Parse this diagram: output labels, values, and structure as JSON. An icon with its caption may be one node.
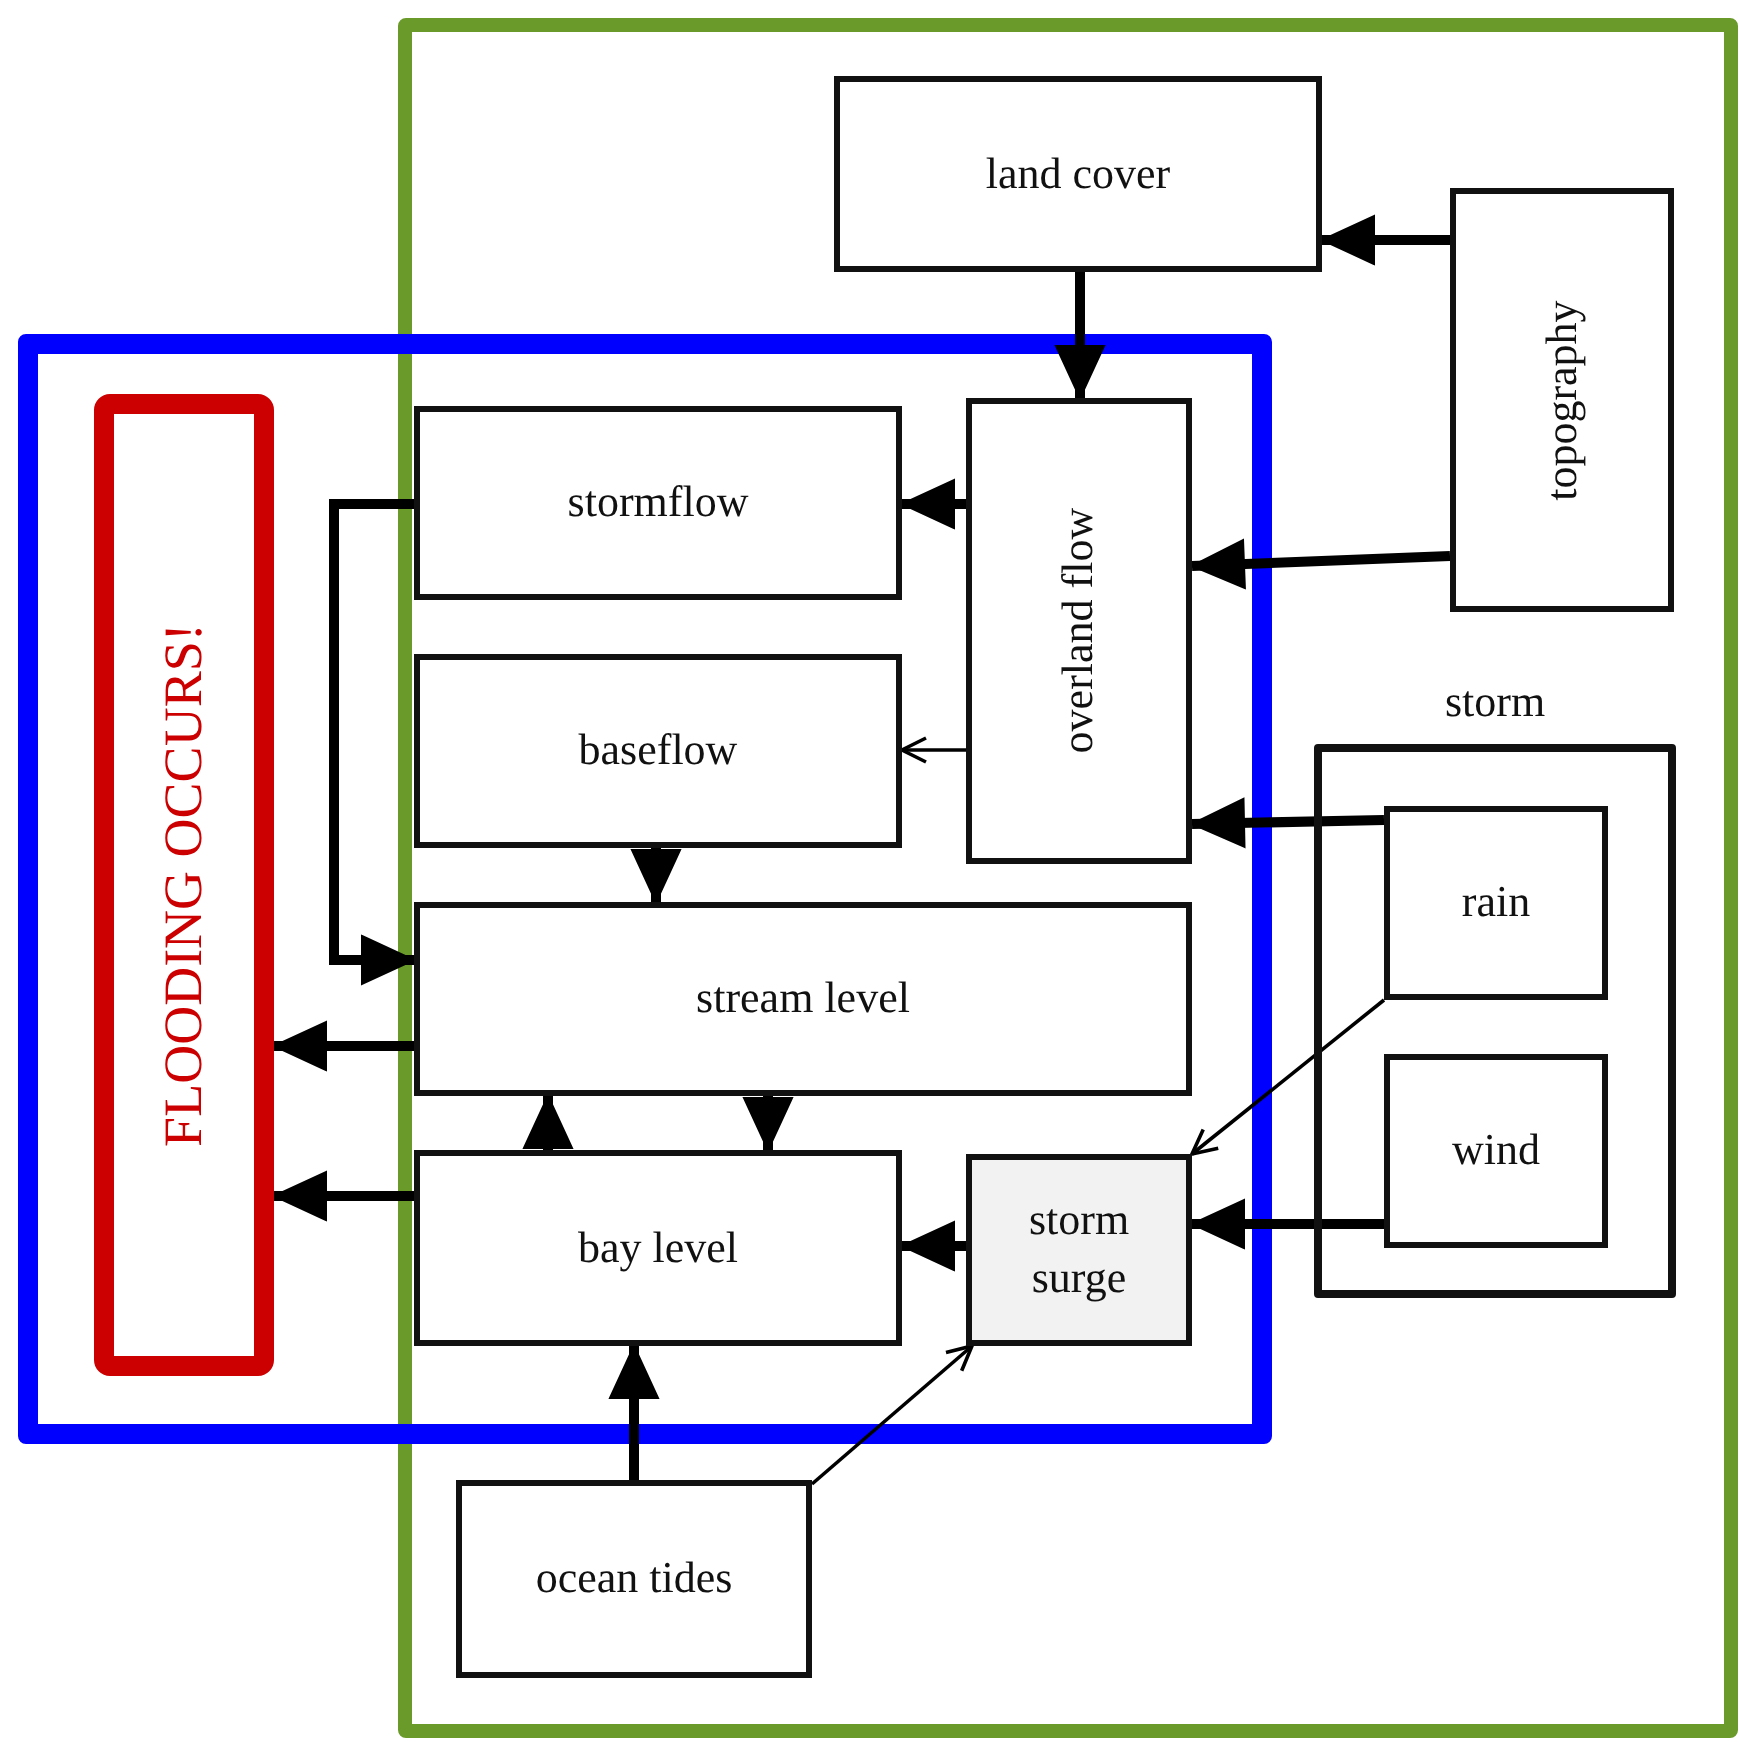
{
  "diagram": {
    "nodes": [
      {
        "text": [],
        "shape": "box"
      },
      {
        "text": [
          "land cover"
        ],
        "in": 0
      },
      {
        "text": [
          "topography"
        ],
        "in": 0
      },
      {
        "text": [],
        "shape": "box"
      },
      {
        "text": [
          "FLOODING OCCURS!"
        ],
        "in": 3
      },
      {
        "text": [
          "stormflow"
        ]
      },
      {
        "text": [
          "overland flow"
        ]
      },
      {
        "text": [
          "baseflow"
        ]
      },
      {
        "text": [
          "storm"
        ],
        "in": 0
      },
      {
        "text": [
          "rain"
        ],
        "in": 8
      },
      {
        "text": [
          "stream level"
        ]
      },
      {
        "text": [
          "wind"
        ],
        "in": 8
      },
      {
        "text": [
          "bay level"
        ]
      },
      {
        "text": [
          "storm surge"
        ]
      },
      {
        "text": [
          "ocean tides"
        ],
        "in": 0
      }
    ],
    "edges": [
      {
        "from": 2,
        "to": 1,
        "arrow": "to"
      },
      {
        "from": 2,
        "to": 6,
        "arrow": "to"
      },
      {
        "from": 1,
        "to": 6,
        "arrow": "to"
      },
      {
        "from": 6,
        "to": 5,
        "arrow": "to"
      },
      {
        "from": 6,
        "to": 7,
        "arrow": "to"
      },
      {
        "from": 5,
        "to": 10,
        "arrow": "to"
      },
      {
        "from": 7,
        "to": 10,
        "arrow": "to"
      },
      {
        "from": 10,
        "to": 4,
        "arrow": "to"
      },
      {
        "from": 12,
        "to": 4,
        "arrow": "to"
      },
      {
        "from": 12,
        "to": 10,
        "arrow": "to"
      },
      {
        "from": 10,
        "to": 12,
        "arrow": "to"
      },
      {
        "from": 13,
        "to": 12,
        "arrow": "to"
      },
      {
        "from": 9,
        "to": 6,
        "arrow": "to"
      },
      {
        "from": 9,
        "to": 13,
        "arrow": "to"
      },
      {
        "from": 11,
        "to": 13,
        "arrow": "to"
      },
      {
        "from": 14,
        "to": 12,
        "arrow": "to"
      },
      {
        "from": 14,
        "to": 13,
        "arrow": "to"
      }
    ]
  }
}
